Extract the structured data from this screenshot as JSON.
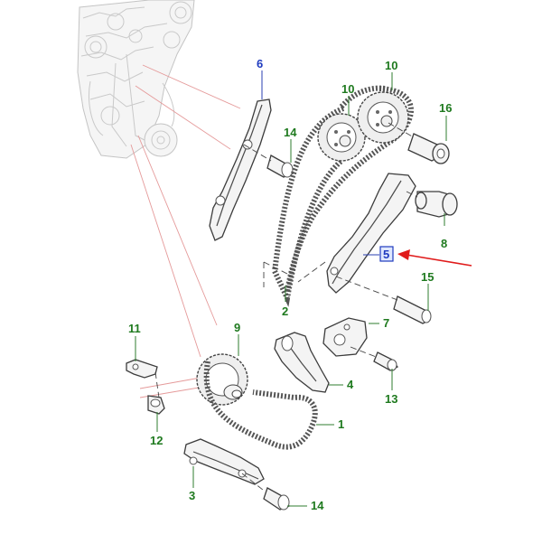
{
  "callouts": [
    {
      "id": "c6",
      "text": "6",
      "color": "#1f3bbf"
    },
    {
      "id": "c10a",
      "text": "10",
      "color": "#1f7a1f"
    },
    {
      "id": "c10b",
      "text": "10",
      "color": "#1f7a1f"
    },
    {
      "id": "c16",
      "text": "16",
      "color": "#1f7a1f"
    },
    {
      "id": "c14a",
      "text": "14",
      "color": "#1f7a1f"
    },
    {
      "id": "c8",
      "text": "8",
      "color": "#1f7a1f"
    },
    {
      "id": "c5",
      "text": "5",
      "color": "#1f3bbf"
    },
    {
      "id": "c15",
      "text": "15",
      "color": "#1f7a1f"
    },
    {
      "id": "c2",
      "text": "2",
      "color": "#1f7a1f"
    },
    {
      "id": "c7",
      "text": "7",
      "color": "#1f7a1f"
    },
    {
      "id": "c11",
      "text": "11",
      "color": "#1f7a1f"
    },
    {
      "id": "c9",
      "text": "9",
      "color": "#1f7a1f"
    },
    {
      "id": "c4",
      "text": "4",
      "color": "#1f7a1f"
    },
    {
      "id": "c13",
      "text": "13",
      "color": "#1f7a1f"
    },
    {
      "id": "c1",
      "text": "1",
      "color": "#1f7a1f"
    },
    {
      "id": "c12",
      "text": "12",
      "color": "#1f7a1f"
    },
    {
      "id": "c3",
      "text": "3",
      "color": "#1f7a1f"
    },
    {
      "id": "c14b",
      "text": "14",
      "color": "#1f7a1f"
    }
  ],
  "highlight": {
    "callout": "c5",
    "box_color": "#1f3bbf",
    "arrow_color": "#e01b1b"
  }
}
